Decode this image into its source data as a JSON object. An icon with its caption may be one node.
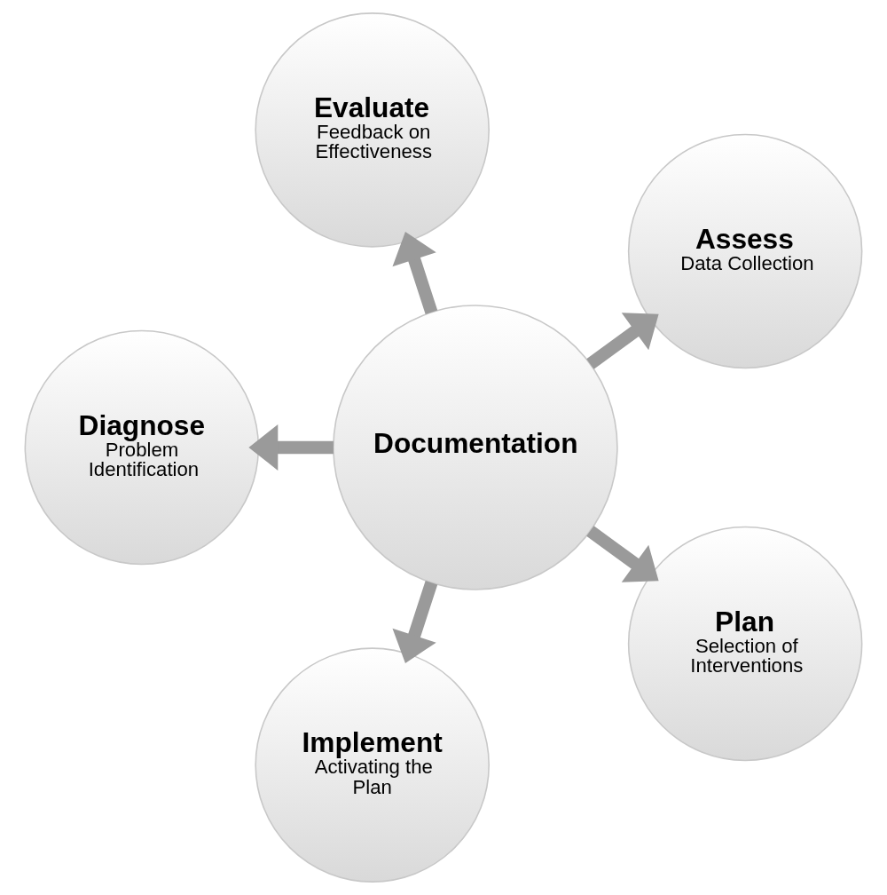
{
  "diagram": {
    "nodes": [
      {
        "text": [
          "Assess",
          "Data Collection"
        ]
      },
      {
        "text": [
          "Evaluate",
          "Feedback on Effectiveness"
        ]
      },
      {
        "text": [
          "Diagnose",
          "Problem Identification"
        ]
      },
      {
        "text": [
          "Documentation"
        ]
      },
      {
        "text": [
          "Implement",
          "Activating the Plan"
        ]
      },
      {
        "text": [
          "Plan",
          "Selection of Interventions"
        ]
      }
    ],
    "edges": [
      {
        "from": 3,
        "to": 0,
        "arrow": "to"
      },
      {
        "from": 3,
        "to": 2,
        "arrow": "to"
      },
      {
        "from": 3,
        "to": 5,
        "arrow": "to"
      },
      {
        "from": 3,
        "to": 4,
        "arrow": "to"
      },
      {
        "from": 3,
        "to": 1,
        "arrow": "to"
      }
    ]
  }
}
